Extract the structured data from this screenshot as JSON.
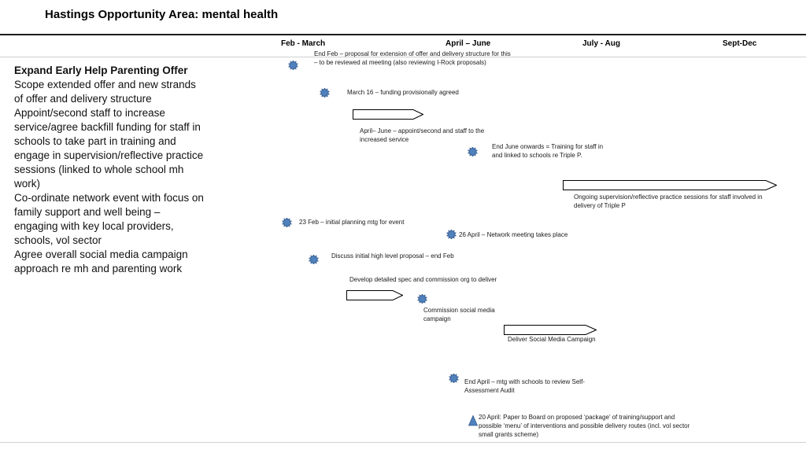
{
  "title": "Hastings Opportunity Area: mental health",
  "timeline_headers": [
    {
      "label": "Feb - March"
    },
    {
      "label": "April – June"
    },
    {
      "label": "July - Aug"
    },
    {
      "label": "Sept-Dec"
    }
  ],
  "left_panel": {
    "heading": "Expand Early Help Parenting Offer",
    "paragraphs": [
      "Scope extended offer and new strands of offer and delivery structure",
      "Appoint/second staff to increase service/agree backfill funding for staff in schools  to take part in training and engage in supervision/reflective practice sessions (linked to whole school mh work)",
      "Co-ordinate network event with focus on family support and well being – engaging with key local providers, schools, vol sector",
      "Agree overall social media campaign approach re mh and parenting work"
    ]
  },
  "milestones": [
    {
      "marker": "star",
      "text": "End Feb – proposal for extension of offer and delivery structure for this – to be reviewed at meeting (also reviewing I-Rock proposals)"
    },
    {
      "marker": "star",
      "text": "March 16 – funding provisionally agreed"
    },
    {
      "marker": "star",
      "text": "End June onwards = Training for staff in and linked to schools re Triple P."
    },
    {
      "marker": "star",
      "text": "23 Feb – initial planning mtg for event"
    },
    {
      "marker": "star",
      "text": "26 April – Network meeting takes place"
    },
    {
      "marker": "star",
      "text": "Discuss initial high level proposal – end Feb"
    },
    {
      "marker": "star",
      "text": "Commission social media campaign"
    },
    {
      "marker": "star",
      "text": "End April – mtg with schools to review Self-Assessment Audit"
    },
    {
      "marker": "triangle",
      "text": "20 April: Paper to Board on proposed ‘package’ of training/support and possible ‘menu’ of interventions and possible delivery routes (incl. vol sector small grants scheme)"
    }
  ],
  "activities": [
    {
      "label": "April– June – appoint/second and  staff to the increased service"
    },
    {
      "label": "Ongoing supervision/reflective practice sessions for staff involved in delivery of Triple P"
    },
    {
      "label": "Develop detailed spec and commission org to deliver"
    },
    {
      "label": "Deliver Social Media Campaign"
    }
  ],
  "colors": {
    "marker_fill": "#4f81bd",
    "marker_stroke": "#31588c",
    "arrow_fill": "#ffffff",
    "arrow_stroke": "#000000"
  }
}
